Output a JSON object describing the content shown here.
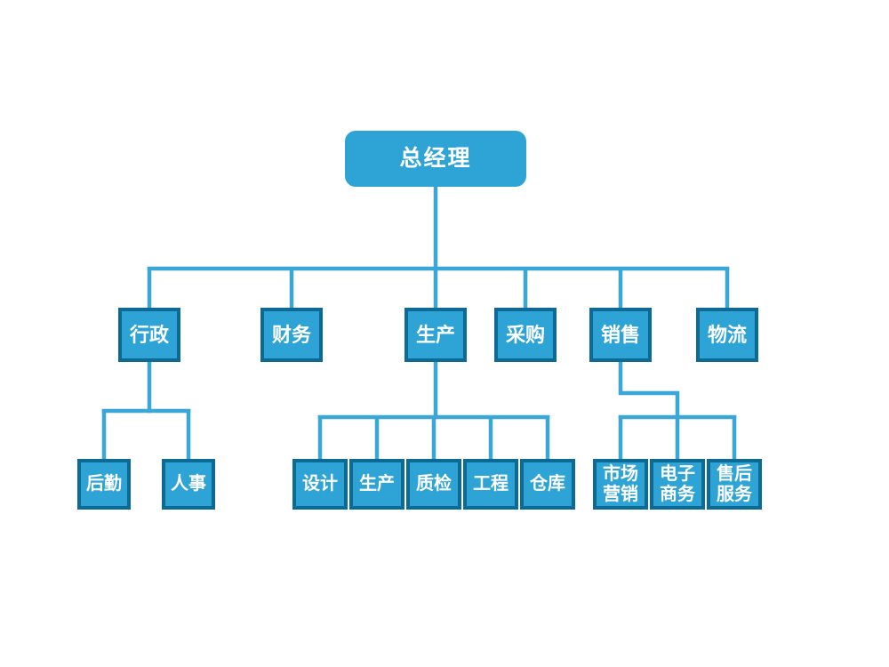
{
  "org_chart": {
    "root": {
      "label": "总经理"
    },
    "departments": [
      {
        "label": "行政",
        "children": [
          {
            "label": "后勤"
          },
          {
            "label": "人事"
          }
        ]
      },
      {
        "label": "财务",
        "children": []
      },
      {
        "label": "生产",
        "children": [
          {
            "label": "设计"
          },
          {
            "label": "生产"
          },
          {
            "label": "质检"
          },
          {
            "label": "工程"
          },
          {
            "label": "仓库"
          }
        ]
      },
      {
        "label": "采购",
        "children": []
      },
      {
        "label": "销售",
        "children": [
          {
            "label": "市场营销"
          },
          {
            "label": "电子商务"
          },
          {
            "label": "售后服务"
          }
        ]
      },
      {
        "label": "物流",
        "children": []
      }
    ]
  },
  "colors": {
    "node_fill": "#2EA3D5",
    "node_border": "#0D6A94",
    "connector": "#3BA7D6",
    "node_text": "#FFFFFF",
    "background": "#FFFFFF"
  }
}
